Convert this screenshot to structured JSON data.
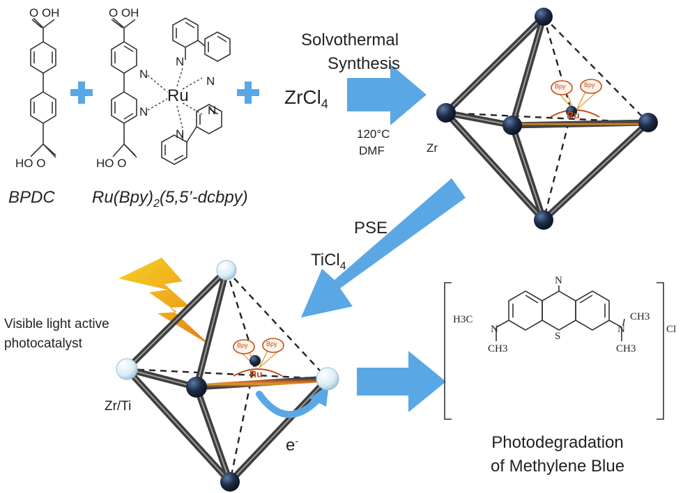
{
  "colors": {
    "arrow": "#5aa7e6",
    "plus": "#5aa7e6",
    "rod": "#4a4a4a",
    "node_dark": "#1d2c46",
    "node_light": "#d8ecf7",
    "ru_bar": "#d7681e",
    "ru_label": "#c0501a",
    "bolt_top": "#f4d023",
    "bolt_bottom": "#e27a15"
  },
  "reactants": {
    "bpdc": {
      "label": "BPDC",
      "oh_top": "O   OH",
      "oh_bottom": "HO   O"
    },
    "ru_complex": {
      "label_main": "Ru(Bpy)",
      "label_sub": "2",
      "label_tail": "(5,5’-dcbpy)",
      "center": "Ru",
      "n": "N",
      "oh_top": "O   OH",
      "oh_bottom": "HO   O"
    },
    "plus_symbol": "+",
    "zrcl4_main": "ZrCl",
    "zrcl4_sub": "4"
  },
  "step1": {
    "title_line1": "Solvothermal",
    "title_line2": "Synthesis",
    "cond_line1": "120°C",
    "cond_line2": "DMF"
  },
  "step2": {
    "label1": "PSE",
    "label2_main": "TiCl",
    "label2_sub": "4"
  },
  "mof_top": {
    "node_label": "Zr",
    "ru": "Ru",
    "bpy": "Bpy"
  },
  "mof_bottom": {
    "node_label": "Zr/Ti",
    "ru": "Ru",
    "bpy": "Bpy",
    "electron": "e",
    "electron_sup": "-",
    "caption_line1": "Visible light active",
    "caption_line2": "photocatalyst"
  },
  "methylene_blue": {
    "n_top": "N",
    "s": "S",
    "left_group": "H3C",
    "left_n": "N",
    "left_ch3": "CH3",
    "right_n": "N",
    "right_ch3_top": "CH3",
    "right_ch3_bottom": "CH3",
    "cl": "Cl",
    "caption_line1": "Photodegradation",
    "caption_line2": "of Methylene Blue"
  }
}
